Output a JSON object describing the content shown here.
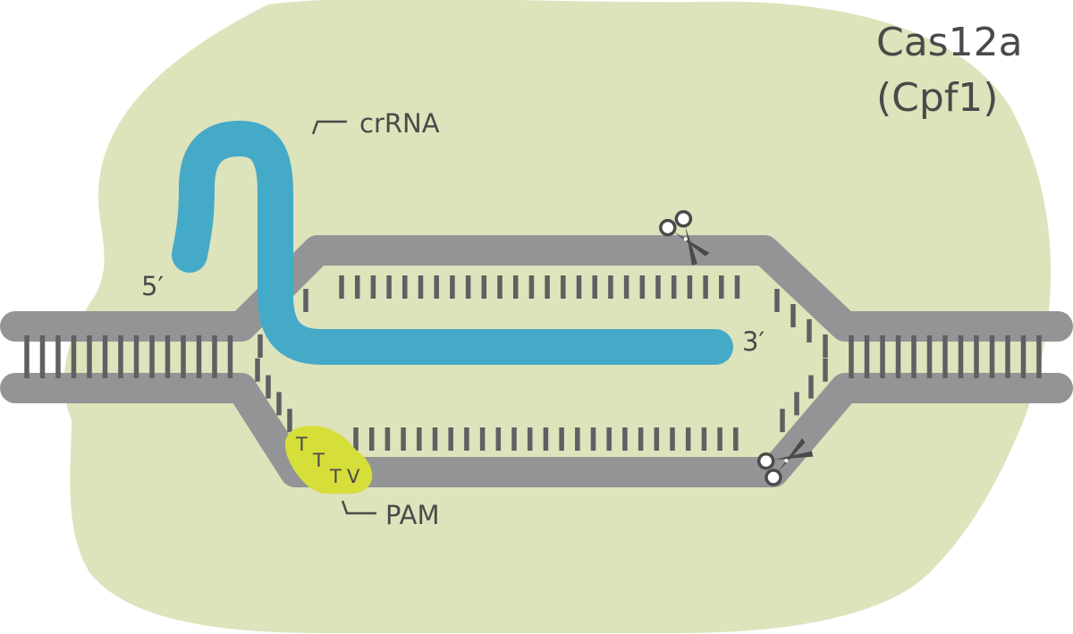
{
  "title": {
    "line1": "Cas12a",
    "line2": "(Cpf1)"
  },
  "labels": {
    "crrna": "crRNA",
    "five_prime": "5′",
    "three_prime": "3′",
    "pam": "PAM",
    "pam_seq": [
      "T",
      "T",
      "T",
      "V"
    ]
  },
  "colors": {
    "protein": "#dde3bb",
    "dna": "#939496",
    "dna_rungs": "#5f6062",
    "crrna": "#45aac8",
    "pam": "#d6de3a",
    "text": "#4a4a4a"
  },
  "icons": {
    "cut_sites": [
      "scissors-icon",
      "scissors-icon"
    ]
  }
}
